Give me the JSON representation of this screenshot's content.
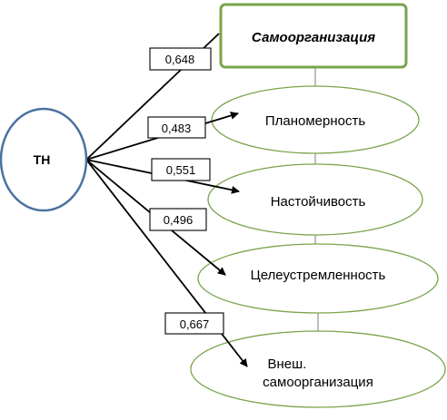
{
  "root": {
    "label": "ТН"
  },
  "top": {
    "label": "Самоорганизация"
  },
  "factors": [
    {
      "id": "planomernost",
      "label_lines": [
        "Планомерность"
      ],
      "coef": "0,483"
    },
    {
      "id": "nastoychivost",
      "label_lines": [
        "Настойчивость"
      ],
      "coef": "0,551"
    },
    {
      "id": "tseleustremlennost",
      "label_lines": [
        "Целеустремленность"
      ],
      "coef": "0,496"
    },
    {
      "id": "vnesh",
      "label_lines": [
        "Внеш.",
        "самоорганизация"
      ],
      "coef": "0,667"
    }
  ],
  "top_coef": "0,648",
  "colors": {
    "root_stroke": "#4a72a0",
    "factor_stroke": "#7aa44a",
    "top_stroke": "#7aa44a",
    "connector": "#9a9a9a",
    "arrow": "#000000"
  }
}
